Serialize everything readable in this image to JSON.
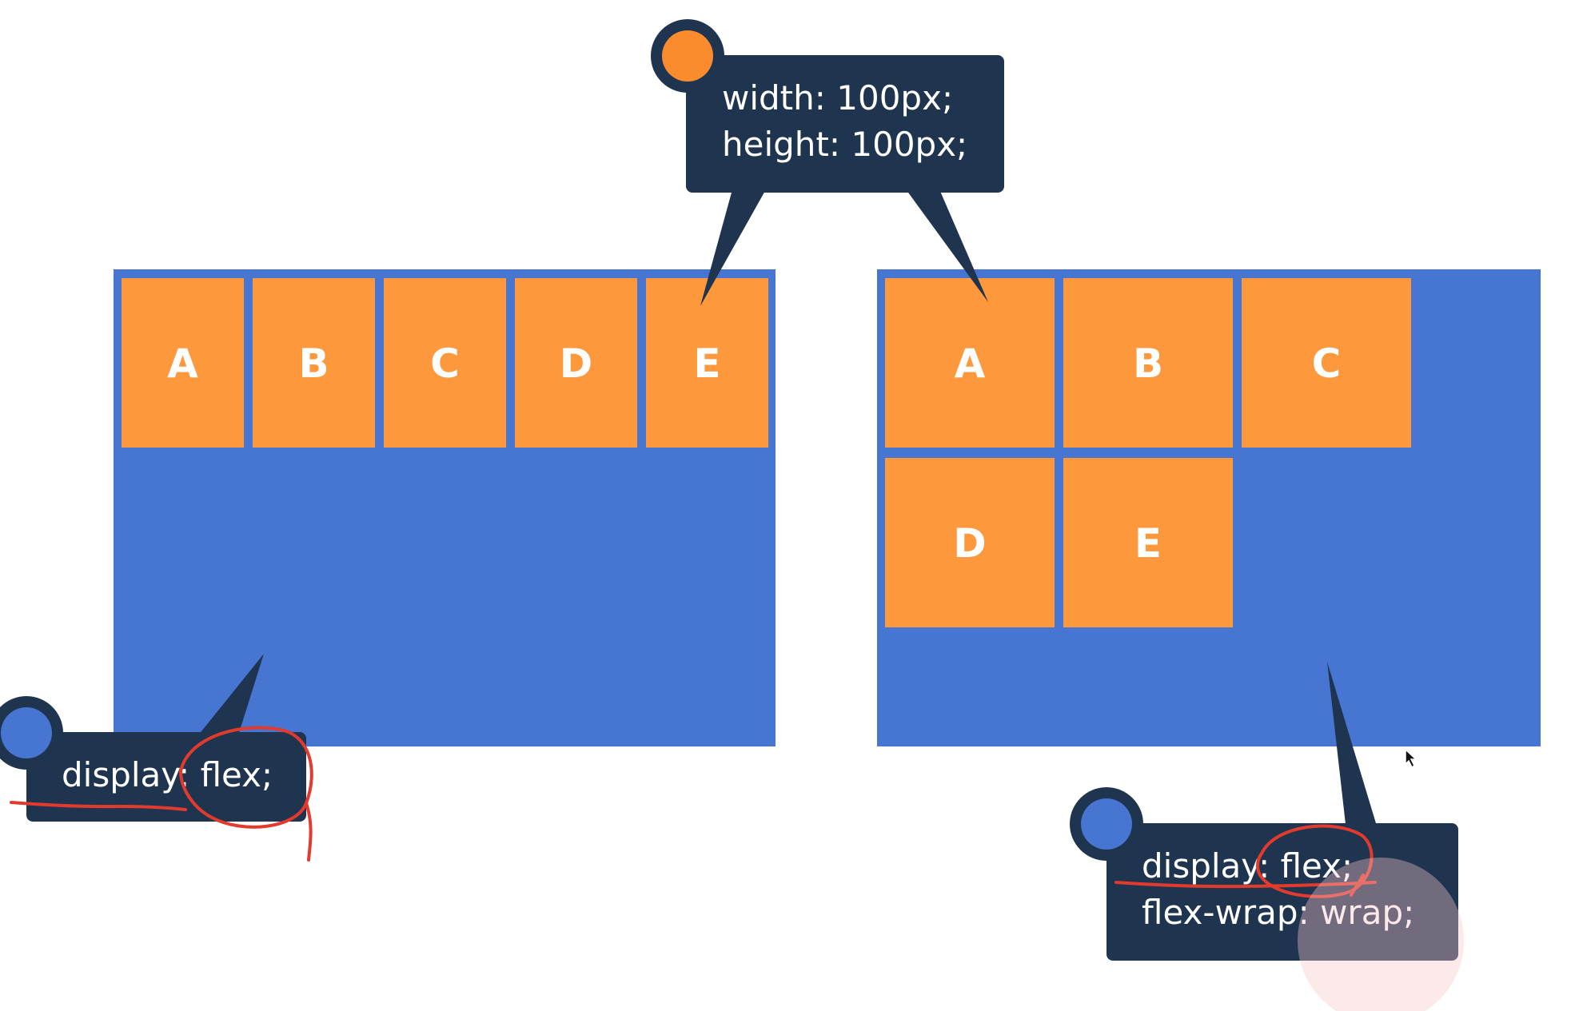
{
  "colors": {
    "background": "#ffffff",
    "container_blue": "#4675d2",
    "item_orange": "#fd983c",
    "callout_navy": "#1f344f",
    "dot_orange": "#fb8c2e",
    "dot_blue": "#4675d2",
    "pen_red": "#e23b2e",
    "cursor_highlight": "#f6c6c8"
  },
  "panels": {
    "left": {
      "items": [
        "A",
        "B",
        "C",
        "D",
        "E"
      ]
    },
    "right": {
      "items": [
        "A",
        "B",
        "C",
        "D",
        "E"
      ]
    }
  },
  "callouts": {
    "top": {
      "lines": [
        "width: 100px;",
        "height: 100px;"
      ],
      "dot_icon": "orange-dot-icon"
    },
    "left": {
      "lines": [
        "display: flex;"
      ],
      "dot_icon": "blue-dot-icon"
    },
    "right": {
      "lines": [
        "display: flex;",
        "flex-wrap: wrap;"
      ],
      "dot_icon": "blue-dot-icon"
    }
  },
  "icons": {
    "cursor": "mouse-cursor-icon"
  }
}
